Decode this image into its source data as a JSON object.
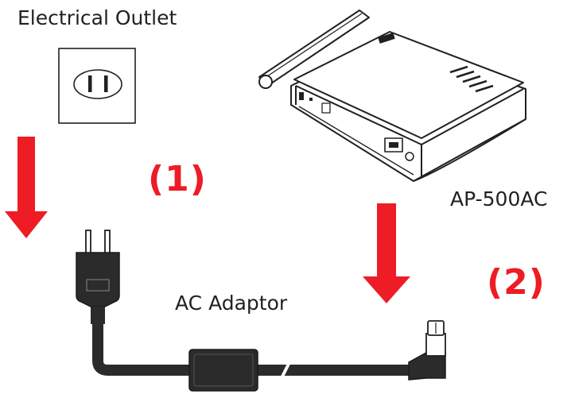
{
  "labels": {
    "outlet": "Electrical Outlet",
    "device_model": "AP-500AC",
    "adaptor": "AC Adaptor"
  },
  "steps": {
    "one": "(1)",
    "two": "(2)"
  },
  "colors": {
    "arrow": "#ee1c24",
    "step_text": "#ee1c24",
    "line": "#231f20",
    "cable": "#2b2b2b"
  },
  "icons": {
    "outlet": "wall-outlet-icon",
    "router": "access-point-router-icon",
    "plug": "power-plug-icon",
    "adaptor": "ac-adaptor-brick-icon",
    "dc_connector": "dc-barrel-connector-icon"
  }
}
